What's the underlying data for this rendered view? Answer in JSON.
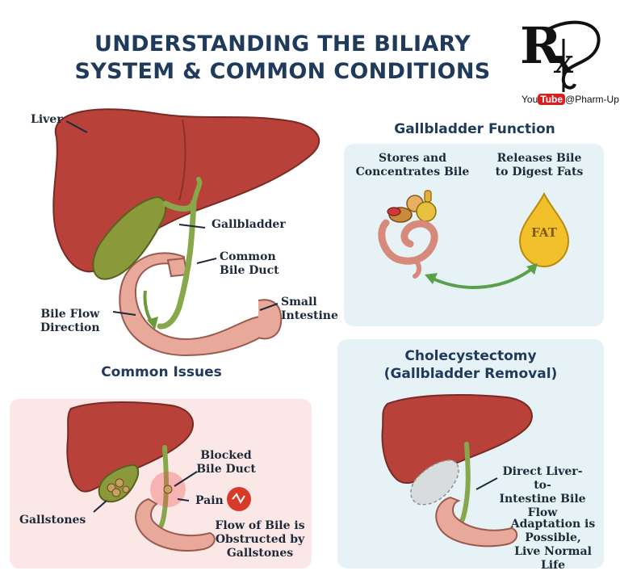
{
  "title": {
    "line1": "UNDERSTANDING THE BILIARY",
    "line2": "SYSTEM & COMMON CONDITIONS"
  },
  "brand": {
    "rx": "Rx",
    "youtube_prefix": "You",
    "youtube_tube": "Tube",
    "handle": "@Pharm-Up"
  },
  "main_diagram": {
    "liver": "Liver",
    "gallbladder": "Gallbladder",
    "common_bile_duct": [
      "Common",
      "Bile Duct"
    ],
    "small_intestine": [
      "Small",
      "Intestine"
    ],
    "bile_flow": [
      "Bile Flow",
      "Direction"
    ]
  },
  "function_panel": {
    "heading": "Gallbladder Function",
    "stores": [
      "Stores and",
      "Concentrates Bile"
    ],
    "releases": [
      "Releases Bile",
      "to Digest Fats"
    ],
    "fat": "FAT"
  },
  "issues_panel": {
    "heading": "Common Issues",
    "blocked": [
      "Blocked",
      "Bile Duct"
    ],
    "pain": "Pain",
    "gallstones": "Gallstones",
    "obstructed": [
      "Flow of Bile is",
      "Obstructed by",
      "Gallstones"
    ]
  },
  "surgery_panel": {
    "heading": [
      "Cholecystectomy",
      "(Gallbladder Removal)"
    ],
    "direct": [
      "Direct Liver-to-",
      "Intestine Bile",
      "Flow"
    ],
    "adaptation": [
      "Adaptation is",
      "Possible,",
      "Live Normal Life"
    ]
  },
  "colors": {
    "liver": "#b8423a",
    "gallbladder": "#8a9a3a",
    "duct": "#86a84a",
    "intestine": "#e8a89a",
    "panel_blue": "#e6f2f6",
    "panel_pink": "#fbe8e6",
    "heading": "#1f3a5a"
  }
}
